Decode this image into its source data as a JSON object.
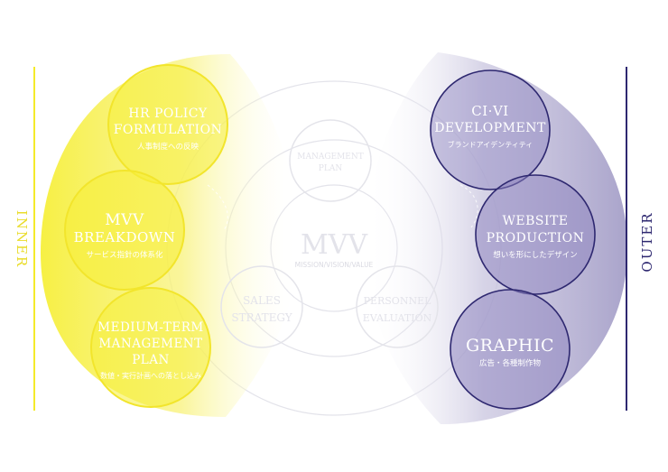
{
  "colors": {
    "inner": "#f6ef3a",
    "inner_light": "#fbf7a8",
    "outer": "#5a4f96",
    "outer_light": "#d9d6e8",
    "outer_line": "#2e2870",
    "ghost": "#e2e2e8"
  },
  "sides": {
    "inner": "INNER",
    "outer": "OUTER"
  },
  "center": {
    "title": "MVV",
    "subtitle": "MISSION/VISION/VALUE"
  },
  "ghost_nodes": [
    {
      "line1": "MANAGEMENT",
      "line2": "PLAN"
    },
    {
      "line1": "SALES",
      "line2": "STRATEGY"
    },
    {
      "line1": "PERSONNEL",
      "line2": "EVALUATION"
    }
  ],
  "inner_nodes": [
    {
      "line1": "HR POLICY",
      "line2": "FORMULATION",
      "line3": "",
      "sub": "人事制度への反映"
    },
    {
      "line1": "MVV",
      "line2": "BREAKDOWN",
      "line3": "",
      "sub": "サービス指針の体系化"
    },
    {
      "line1": "MEDIUM-TERM",
      "line2": "MANAGEMENT",
      "line3": "PLAN",
      "sub": "数値・実行計画への落とし込み"
    }
  ],
  "outer_nodes": [
    {
      "line1": "CI·VI",
      "line2": "DEVELOPMENT",
      "sub": "ブランドアイデンティティ"
    },
    {
      "line1": "WEBSITE",
      "line2": "PRODUCTION",
      "sub": "想いを形にしたデザイン"
    },
    {
      "line1": "GRAPHIC",
      "line2": "",
      "sub": "広告・各種制作物"
    }
  ]
}
